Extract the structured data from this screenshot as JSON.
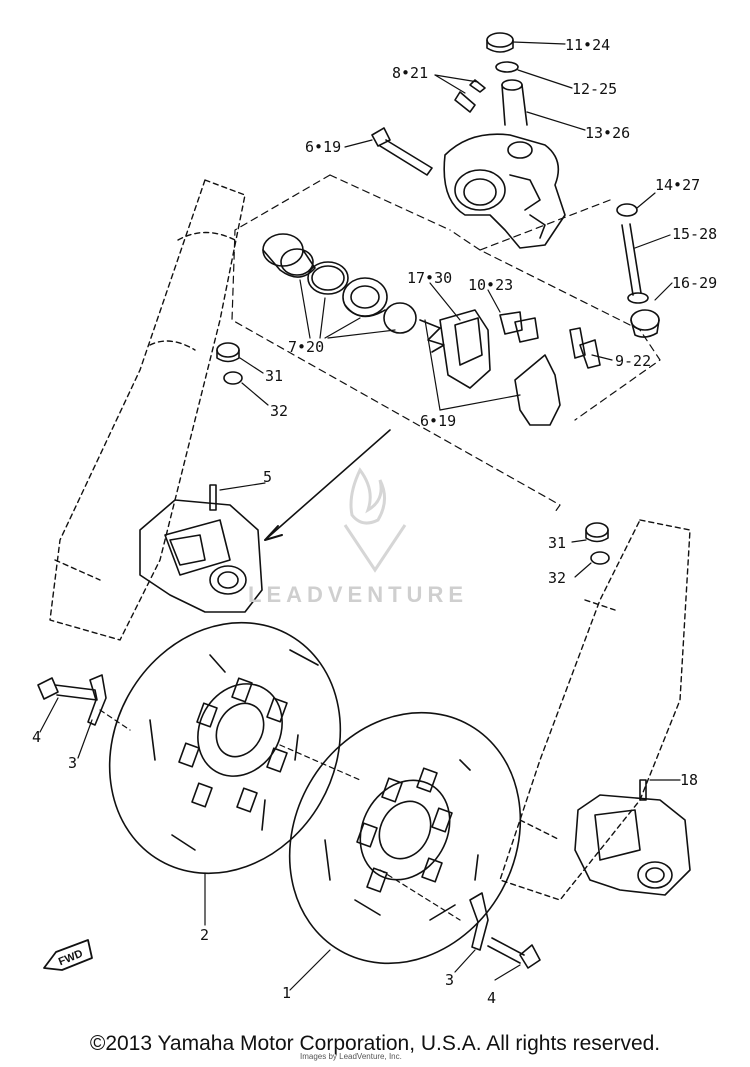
{
  "labels": {
    "l11_24": "11•24",
    "l12_25": "12-25",
    "l13_26": "13•26",
    "l8_21": "8•21",
    "l6_19_top": "6•19",
    "l14_27": "14•27",
    "l15_28": "15-28",
    "l16_29": "16-29",
    "l17_30": "17•30",
    "l10_23": "10•23",
    "l7_20": "7•20",
    "l9_22": "9-22",
    "l6_19_mid": "6•19",
    "l31_left": "31",
    "l32_left": "32",
    "l5": "5",
    "l31_right": "31",
    "l32_right": "32",
    "l4_left": "4",
    "l3_left": "3",
    "l18": "18",
    "l2": "2",
    "l1": "1",
    "l3_right": "3",
    "l4_right": "4"
  },
  "fwd_label": "FWD",
  "watermark": "LEADVENTURE",
  "footer": "©2013 Yamaha Motor Corporation, U.S.A. All rights reserved.",
  "courtesy": "Images by LeadVenture, Inc."
}
